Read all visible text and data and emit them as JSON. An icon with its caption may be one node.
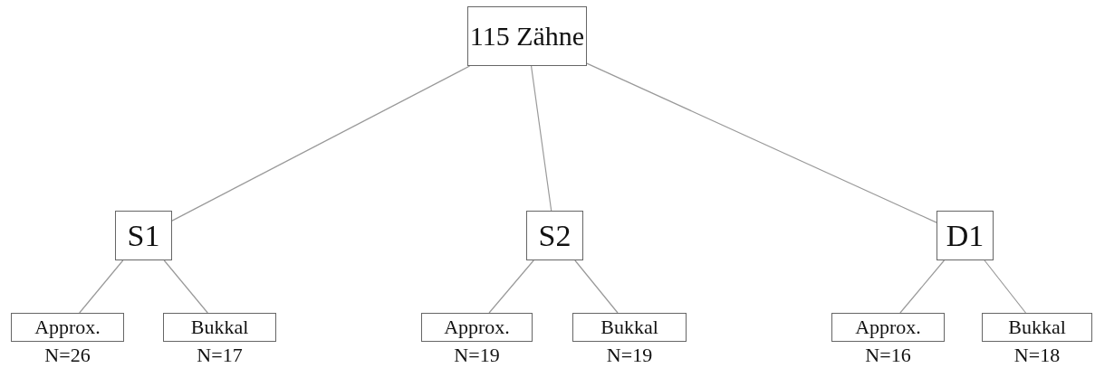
{
  "diagram": {
    "nodes": [
      {
        "text": [
          "115 Zähne"
        ]
      },
      {
        "text": [
          "S1"
        ]
      },
      {
        "text": [
          "S2"
        ]
      },
      {
        "text": [
          "D1"
        ]
      },
      {
        "text": [
          "Approx."
        ],
        "beside": [
          "N=26"
        ]
      },
      {
        "text": [
          "Bukkal"
        ],
        "beside": [
          "N=17"
        ]
      },
      {
        "text": [
          "Approx."
        ],
        "beside": [
          "N=19"
        ]
      },
      {
        "text": [
          "Bukkal"
        ],
        "beside": [
          "N=19"
        ]
      },
      {
        "text": [
          "Approx."
        ],
        "beside": [
          "N=16"
        ]
      },
      {
        "text": [
          "Bukkal"
        ],
        "beside": [
          "N=18"
        ]
      }
    ],
    "edges": [
      {
        "from": 0,
        "to": 1,
        "arrow": "none"
      },
      {
        "from": 0,
        "to": 2,
        "arrow": "none"
      },
      {
        "from": 0,
        "to": 3,
        "arrow": "none"
      },
      {
        "from": 1,
        "to": 4,
        "arrow": "none"
      },
      {
        "from": 1,
        "to": 5,
        "arrow": "none"
      },
      {
        "from": 2,
        "to": 6,
        "arrow": "none"
      },
      {
        "from": 2,
        "to": 7,
        "arrow": "none"
      },
      {
        "from": 3,
        "to": 8,
        "arrow": "none"
      },
      {
        "from": 3,
        "to": 9,
        "arrow": "none"
      }
    ]
  }
}
